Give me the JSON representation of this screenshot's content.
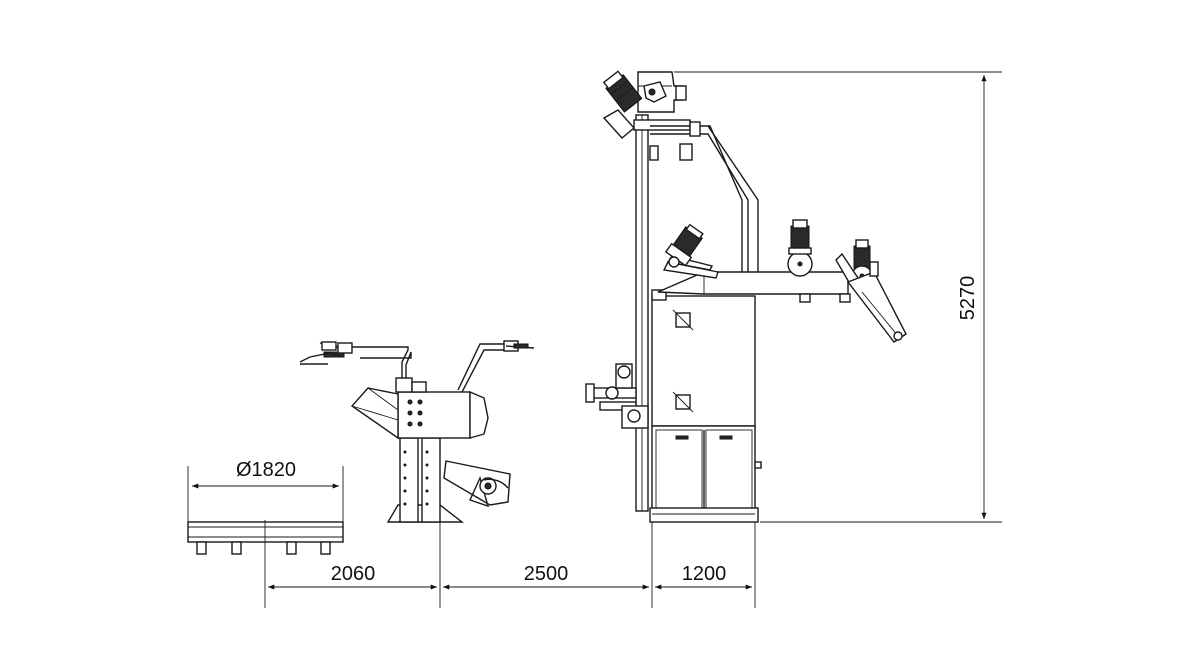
{
  "dimensions": {
    "diameter": "Ø1820",
    "width_2060": "2060",
    "width_2500": "2500",
    "width_1200": "1200",
    "height_5270": "5270"
  }
}
